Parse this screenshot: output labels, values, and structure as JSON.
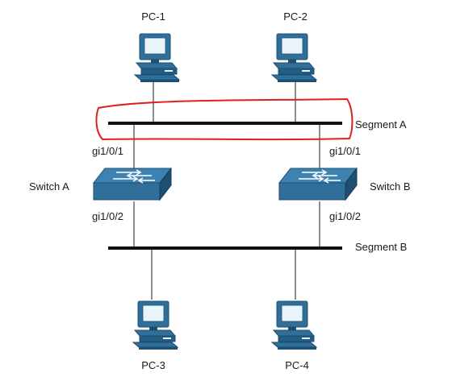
{
  "colors": {
    "device_blue": "#2f6f99",
    "device_dark": "#1d4f72",
    "screen_light": "#e8f3fa",
    "bus": "#111111",
    "wire": "#444444",
    "annotation": "#e02020"
  },
  "pcs": {
    "pc1": {
      "label": "PC-1",
      "icon": "pc-icon"
    },
    "pc2": {
      "label": "PC-2",
      "icon": "pc-icon"
    },
    "pc3": {
      "label": "PC-3",
      "icon": "pc-icon"
    },
    "pc4": {
      "label": "PC-4",
      "icon": "pc-icon"
    }
  },
  "switches": {
    "a": {
      "label": "Switch A",
      "icon": "switch-icon",
      "port_top": "gi1/0/1",
      "port_bottom": "gi1/0/2"
    },
    "b": {
      "label": "Switch B",
      "icon": "switch-icon",
      "port_top": "gi1/0/1",
      "port_bottom": "gi1/0/2"
    }
  },
  "segments": {
    "a": {
      "label": "Segment A",
      "highlighted": true
    },
    "b": {
      "label": "Segment B",
      "highlighted": false
    }
  }
}
